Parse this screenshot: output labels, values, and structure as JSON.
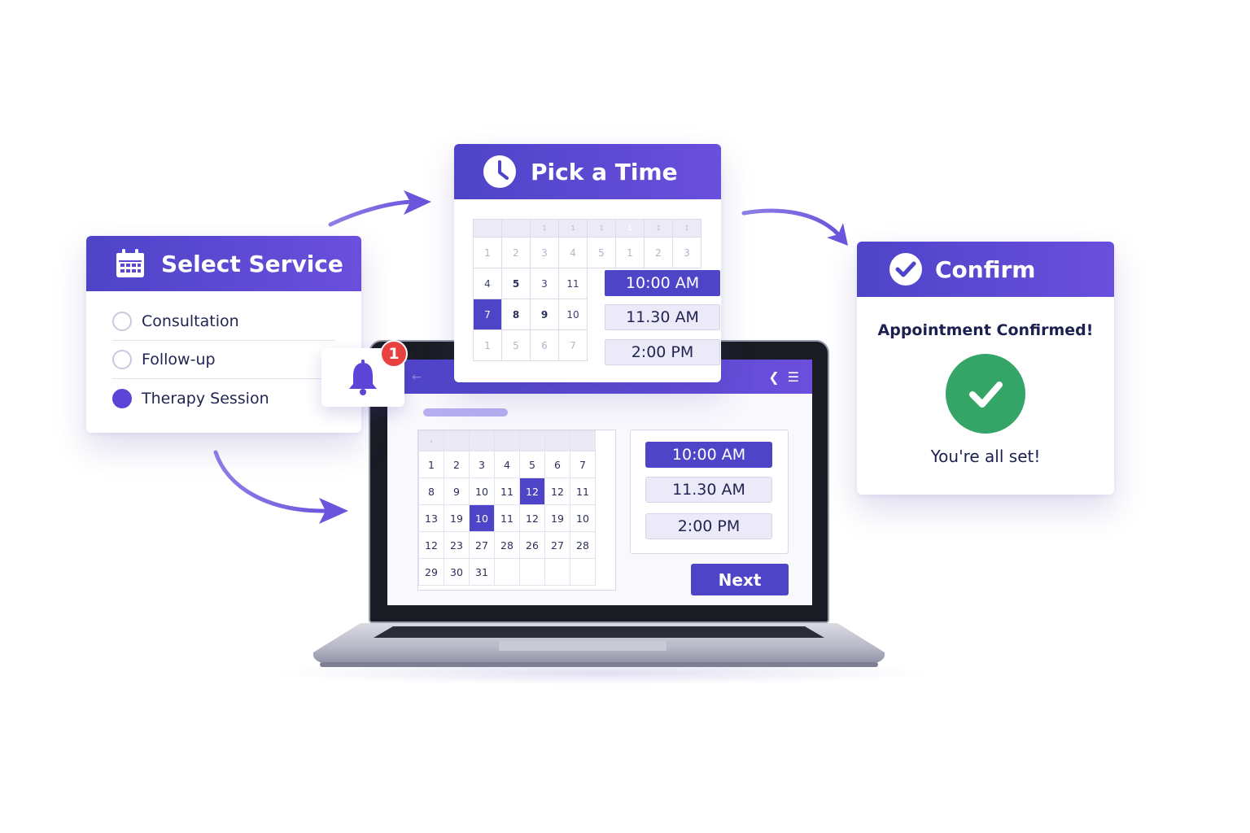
{
  "colors": {
    "primary": "#4e44c8",
    "primary_light": "#6a4fdc",
    "success": "#34a467",
    "badge": "#e8413f"
  },
  "select_service": {
    "title": "Select Service",
    "icon": "calendar-icon",
    "options": [
      {
        "label": "Consultation",
        "selected": false
      },
      {
        "label": "Follow-up",
        "selected": false
      },
      {
        "label": "Therapy Session",
        "selected": true
      }
    ]
  },
  "notification": {
    "icon": "bell-icon",
    "count": "1"
  },
  "pick_time": {
    "title": "Pick a Time",
    "icon": "clock-icon",
    "calendar_header": [
      "",
      "",
      "1",
      "1",
      "1",
      "1",
      "1",
      "1"
    ],
    "calendar_rows": [
      [
        "1",
        "2",
        "3",
        "4",
        "5",
        "1",
        "2",
        "3"
      ],
      [
        "4",
        "5",
        "3",
        "11"
      ],
      [
        "7",
        "8",
        "9",
        "10"
      ],
      [
        "1",
        "5",
        "6",
        "7"
      ]
    ],
    "slots": [
      "10:00 AM",
      "11.30 AM",
      "2:00 PM"
    ],
    "selected_slot": "10:00 AM"
  },
  "confirm": {
    "title": "Confirm",
    "icon": "check-circle-icon",
    "heading": "Appointment Confirmed!",
    "message": "You're all set!"
  },
  "laptop": {
    "calendar_rows": [
      [
        "1",
        "2",
        "3",
        "4",
        "5",
        "6",
        "7"
      ],
      [
        "8",
        "9",
        "10",
        "11",
        "12",
        "12",
        "11"
      ],
      [
        "13",
        "19",
        "10",
        "11",
        "12",
        "19",
        "10"
      ],
      [
        "12",
        "23",
        "27",
        "28",
        "26",
        "27",
        "28"
      ],
      [
        "29",
        "30",
        "31",
        "",
        "",
        "",
        ""
      ]
    ],
    "slots": [
      "10:00 AM",
      "11.30 AM",
      "2:00 PM"
    ],
    "selected_slot": "10:00 AM",
    "next_label": "Next"
  }
}
